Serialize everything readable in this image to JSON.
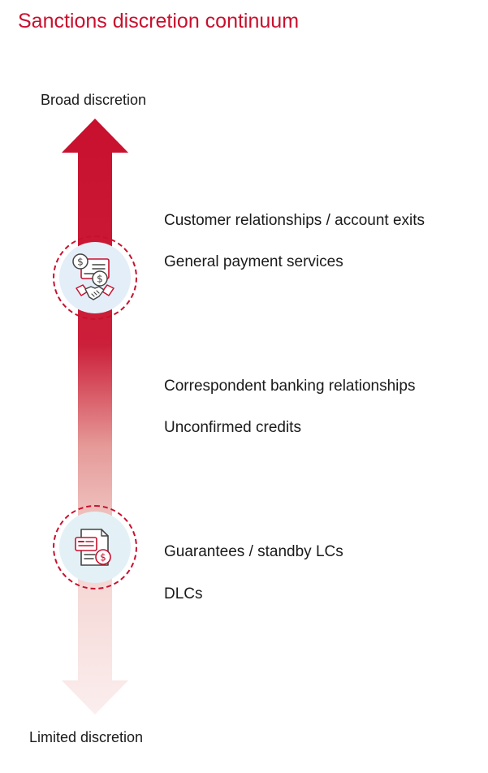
{
  "title": "Sanctions discretion continuum",
  "top_label": "Broad discretion",
  "bottom_label": "Limited discretion",
  "colors": {
    "accent": "#c8102e",
    "arrow_top": "#c8102e",
    "arrow_bottom": "#fbeeee",
    "circle_fill_1": "#e4eef8",
    "circle_fill_2": "#e3f1f6"
  },
  "groups": [
    {
      "icon": "payment-handshake-icon",
      "items": [
        "Customer relationships / account exits",
        "General payment services"
      ]
    },
    {
      "icon": "none",
      "items": [
        "Correspondent banking relationships",
        "Unconfirmed credits"
      ]
    },
    {
      "icon": "document-dollar-icon",
      "items": [
        "Guarantees / standby LCs",
        "DLCs"
      ]
    }
  ]
}
